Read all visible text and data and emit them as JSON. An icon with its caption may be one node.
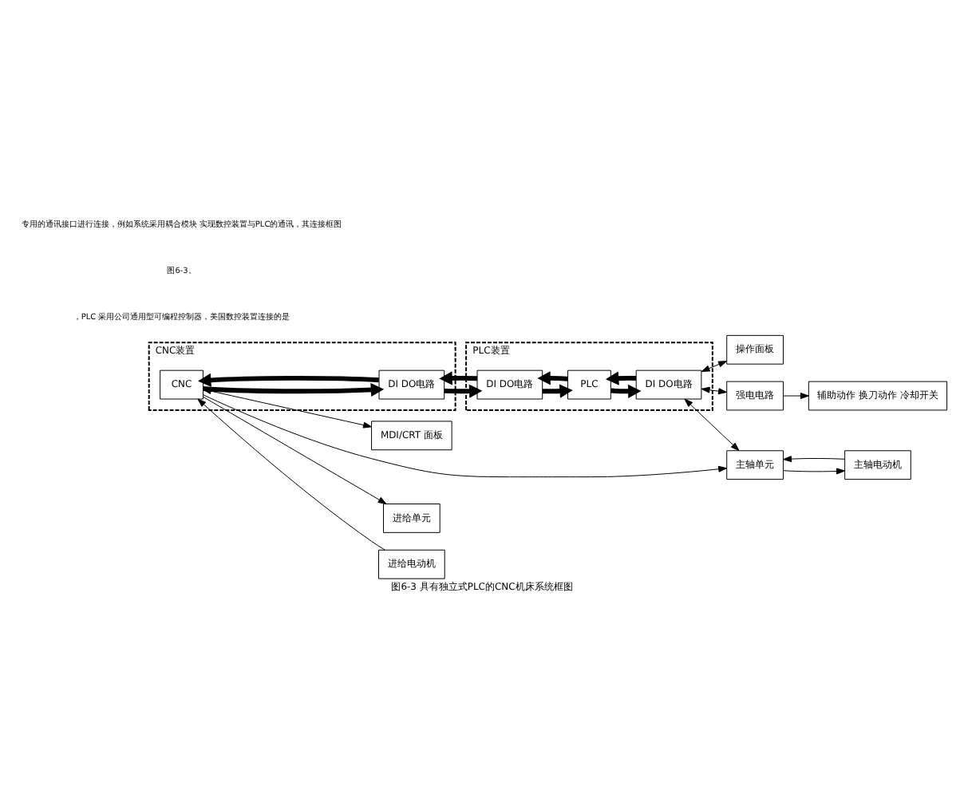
{
  "diagram": {
    "caption": "图6-3 具有独立式PLC的CNC机床系统框图",
    "nodes": [
      {
        "text": [
          "CNC装置"
        ]
      },
      {
        "text": [
          "CNC"
        ],
        "in": 0
      },
      {
        "text": [
          "DI DO电路"
        ],
        "in": 0
      },
      {
        "text": [
          "PLC装置"
        ]
      },
      {
        "text": [
          "DI DO电路"
        ],
        "in": 3
      },
      {
        "text": [
          "PLC"
        ],
        "in": 3
      },
      {
        "text": [
          "DI DO电路"
        ],
        "in": 3
      },
      {
        "text": [
          "MDI/CRT 面板"
        ]
      },
      {
        "text": [
          "操作面板"
        ]
      },
      {
        "text": [
          "强电电路"
        ]
      },
      {
        "text": [
          "辅助动作 换刀动作 冷却开关"
        ]
      },
      {
        "text": [
          "主轴单元"
        ]
      },
      {
        "text": [
          "主轴电动机"
        ]
      },
      {
        "text": [
          "进给单元"
        ]
      },
      {
        "text": [
          "进给电动机"
        ]
      }
    ],
    "edges": [
      {
        "from": 1,
        "to": 7,
        "arrow": "both"
      },
      {
        "from": 1,
        "to": 2,
        "arrow": "to",
        "style": "thick"
      },
      {
        "from": 2,
        "to": 4,
        "arrow": "to",
        "style": "thick"
      },
      {
        "from": 4,
        "to": 5,
        "arrow": "to",
        "style": "thick"
      },
      {
        "from": 5,
        "to": 6,
        "arrow": "to",
        "style": "thick"
      },
      {
        "from": 6,
        "to": 5,
        "arrow": "to",
        "style": "thick"
      },
      {
        "from": 5,
        "to": 4,
        "arrow": "to",
        "style": "thick"
      },
      {
        "from": 4,
        "to": 2,
        "arrow": "to",
        "style": "thick"
      },
      {
        "from": 2,
        "to": 1,
        "arrow": "to",
        "style": "thick"
      },
      {
        "from": 6,
        "to": 8,
        "arrow": "both"
      },
      {
        "from": 6,
        "to": 9,
        "arrow": "both"
      },
      {
        "from": 6,
        "to": 11,
        "arrow": "both"
      },
      {
        "from": 9,
        "to": 10,
        "arrow": "to"
      },
      {
        "from": 11,
        "to": 12,
        "arrow": "to"
      },
      {
        "from": 12,
        "to": 11,
        "arrow": "to"
      },
      {
        "from": 1,
        "to": 11,
        "arrow": "to"
      },
      {
        "from": 1,
        "to": 13,
        "arrow": "to"
      },
      {
        "from": 14,
        "to": 1,
        "arrow": "to"
      }
    ],
    "labels": [
      "，PLC 采用公司通用型可编程控制器，美国数控装置连接的是",
      "图6-3。",
      "专用的通讯接口进行连接，例如系统采用耦合模块 实现数控装置与PLC的通讯，其连接框图"
    ]
  }
}
